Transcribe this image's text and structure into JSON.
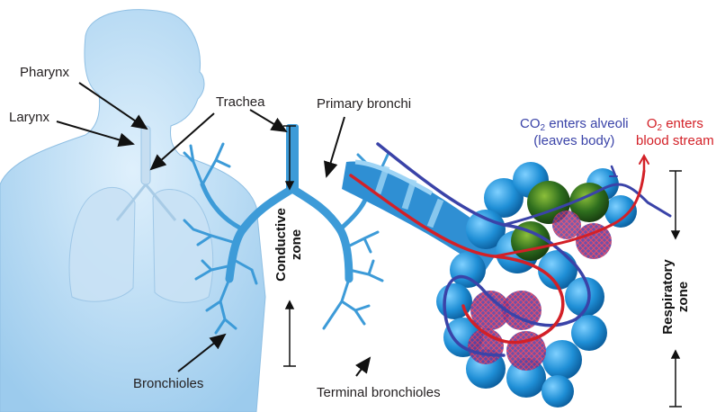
{
  "labels": {
    "pharynx": "Pharynx",
    "larynx": "Larynx",
    "trachea": "Trachea",
    "primary_bronchi": "Primary bronchi",
    "bronchioles": "Bronchioles",
    "terminal_bronchioles": "Terminal bronchioles",
    "conductive_zone_line1": "Conductive",
    "conductive_zone_line2": "zone",
    "respiratory_zone_line1": "Respiratory",
    "respiratory_zone_line2": "zone",
    "co2_prefix": "CO",
    "co2_sub": "2",
    "co2_suffix": " enters alveoli",
    "co2_line2": "(leaves body)",
    "o2_prefix": "O",
    "o2_sub": "2",
    "o2_suffix": " enters",
    "o2_line2": "blood stream"
  },
  "colors": {
    "body": "#a9d3f2",
    "airway": "#3d9bd8",
    "alveoli": "#1f8fd6",
    "alveoli_green": "#2e6e1e",
    "vein": "#3a43a8",
    "artery": "#d32027",
    "text": "#231f20"
  }
}
